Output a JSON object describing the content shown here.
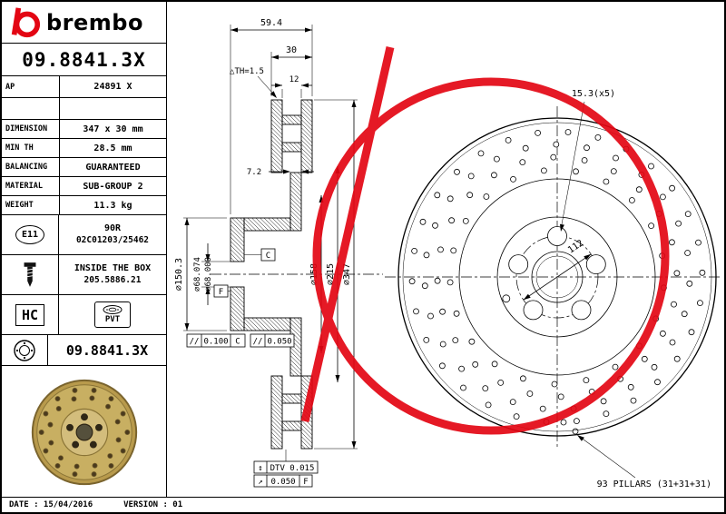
{
  "brand": {
    "name": "brembo"
  },
  "panel": {
    "part_number": "09.8841.3X",
    "rows": [
      {
        "label": "AP",
        "value": "24891 X"
      },
      {
        "label": "",
        "value": ""
      },
      {
        "label": "DIMENSION",
        "value": "347 x 30 mm"
      },
      {
        "label": "MIN TH",
        "value": "28.5 mm"
      },
      {
        "label": "BALANCING",
        "value": "GUARANTEED"
      },
      {
        "label": "MATERIAL",
        "value": "SUB-GROUP 2"
      },
      {
        "label": "WEIGHT",
        "value": "11.3 kg"
      }
    ],
    "e11": {
      "badge": "E11",
      "line1": "90R",
      "line2": "02C01203/25462"
    },
    "inside_box": {
      "line1": "INSIDE THE BOX",
      "line2": "205.5886.21"
    },
    "hc": "HC",
    "pvt": "PVT",
    "bottom_part": "09.8841.3X"
  },
  "drawing": {
    "dim_594": "59.4",
    "dim_30": "30",
    "th": "△TH=1.5",
    "dim_12": "12",
    "dim_72": "7.2",
    "d150": "⌀150.3",
    "d68_upper": "⌀68.074",
    "d68_lower": "⌀68.000",
    "d158": "⌀158",
    "d215": "⌀215",
    "d347": "⌀347",
    "datum_c": "C",
    "datum_f": "F",
    "fcf1": {
      "sym": "//",
      "val": "0.100",
      "ref": "C"
    },
    "fcf2": {
      "sym": "//",
      "val": "0.050"
    },
    "dtv": {
      "sym": "↕",
      "label": "DTV 0.015"
    },
    "runout": {
      "sym": "↗",
      "val": "0.050",
      "ref": "F"
    },
    "holes": "15.3(x5)",
    "pcd": "112",
    "pillars": "93 PILLARS (31+31+31)"
  },
  "footer": {
    "date": "DATE : 15/04/2016",
    "version": "VERSION : 01"
  },
  "colors": {
    "accent": "#e30613"
  }
}
